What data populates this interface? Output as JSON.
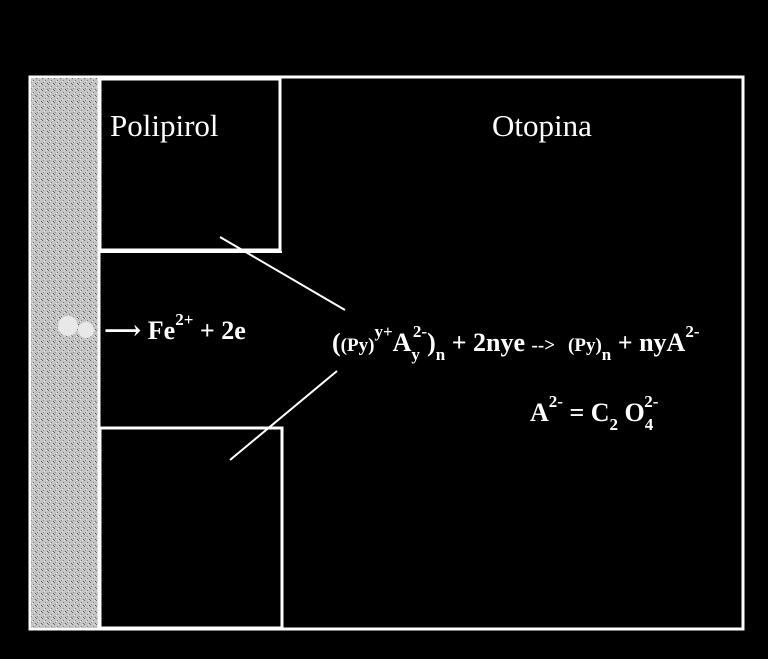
{
  "labels": {
    "polymer": "Polipirol",
    "solution": "Otopina"
  },
  "oxidation": {
    "arrow": "⟶",
    "ion": "Fe",
    "ion_charge": "2+",
    "rest": "+ 2e"
  },
  "reaction": {
    "open": "(",
    "py1": "(Py)",
    "py1_charge": "y+",
    "anion": "A",
    "anion_charge": "2-",
    "anion_sub": "y",
    "close": ")",
    "n_sub": "n",
    "plus_electrons": "+ 2nye",
    "arrow": "-->",
    "py2": "(Py)",
    "py2_sub": "n",
    "plus_anion": "+ nyA",
    "plus_anion_charge": "2-"
  },
  "anion_def": {
    "anion": "A",
    "anion_charge": "2-",
    "equals": "= C",
    "c_sub": "2",
    "o": "O",
    "o_sub": "4",
    "o_charge": "2-"
  },
  "colors": {
    "background": "#000000",
    "stroke": "#ffffff",
    "electrode": "#b8b8b8"
  }
}
